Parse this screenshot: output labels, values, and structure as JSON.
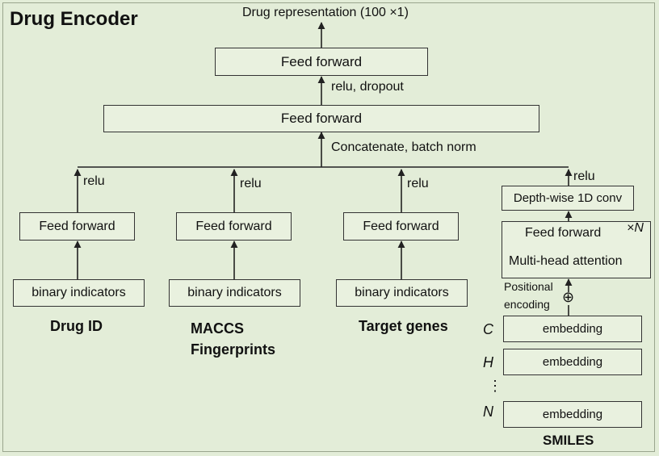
{
  "title": "Drug Encoder",
  "output": {
    "label": "Drug representation (100 ×1)"
  },
  "top_ff": {
    "label": "Feed forward"
  },
  "top_act": {
    "label": "relu, dropout"
  },
  "mid_ff": {
    "label": "Feed forward"
  },
  "merge": {
    "label": "Concatenate, batch norm"
  },
  "branches": [
    {
      "ff": "Feed forward",
      "act": "relu",
      "input": "binary indicators",
      "caption": "Drug ID"
    },
    {
      "ff": "Feed forward",
      "act": "relu",
      "input": "binary indicators",
      "caption": "MACCS\nFingerprints"
    },
    {
      "ff": "Feed forward",
      "act": "relu",
      "input": "binary indicators",
      "caption": "Target genes"
    }
  ],
  "smiles": {
    "act": "relu",
    "conv": "Depth-wise 1D conv",
    "transformer_ff": "Feed forward",
    "repeat": "×N",
    "attention": "Multi-head attention",
    "positional_line1": "Positional",
    "positional_line2": "encoding",
    "plus_symbol": "⊕",
    "tokens": [
      {
        "letter": "C",
        "embed": "embedding"
      },
      {
        "letter": "H",
        "embed": "embedding"
      },
      {
        "letter": "N",
        "embed": "embedding"
      }
    ],
    "ellipsis": "⋮",
    "caption": "SMILES"
  }
}
